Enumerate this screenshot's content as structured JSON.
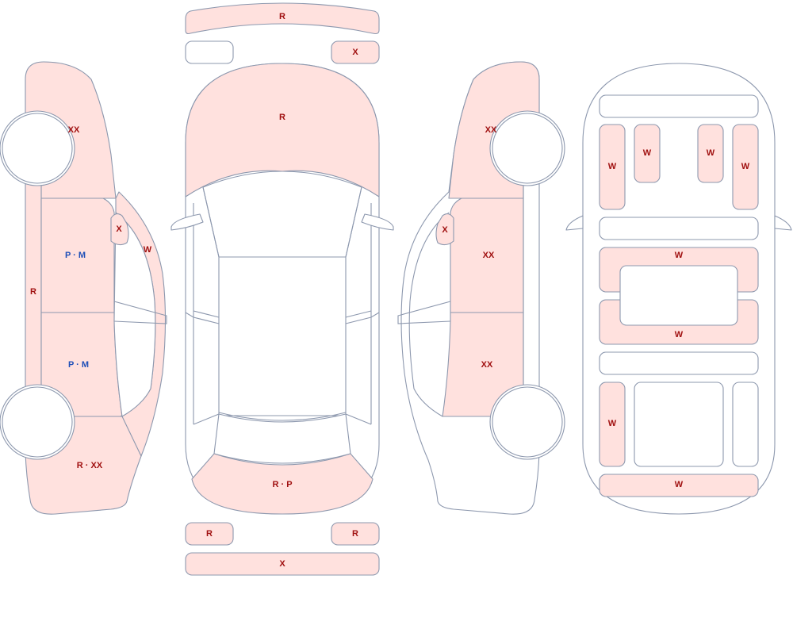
{
  "colors": {
    "damaged_fill": "#ffe1de",
    "outline": "#8d98ae",
    "code_red": "#a01010",
    "code_blue": "#1f4fb8"
  },
  "left_side": {
    "front_fender": "XX",
    "pillar": "R",
    "front_door": "P · M",
    "rear_door": "P · M",
    "mirror": "X",
    "window_frame": "W",
    "rear_quarter": "R · XX"
  },
  "top_view": {
    "front_bumper": "R",
    "left_headlamp": "",
    "right_headlamp": "X",
    "hood": "R",
    "trunk": "R · P",
    "left_taillamp": "R",
    "right_taillamp": "R",
    "rear_bumper": "X"
  },
  "right_side": {
    "front_fender": "XX",
    "mirror": "X",
    "front_door": "XX",
    "rear_door": "XX"
  },
  "underbody": {
    "left_front_rail": "W",
    "left_front_mount": "W",
    "right_front_mount": "W",
    "right_front_rail": "W",
    "front_crossmember": "W",
    "rear_crossmember": "W",
    "left_rear_rail": "W",
    "rear_panel": "W"
  }
}
